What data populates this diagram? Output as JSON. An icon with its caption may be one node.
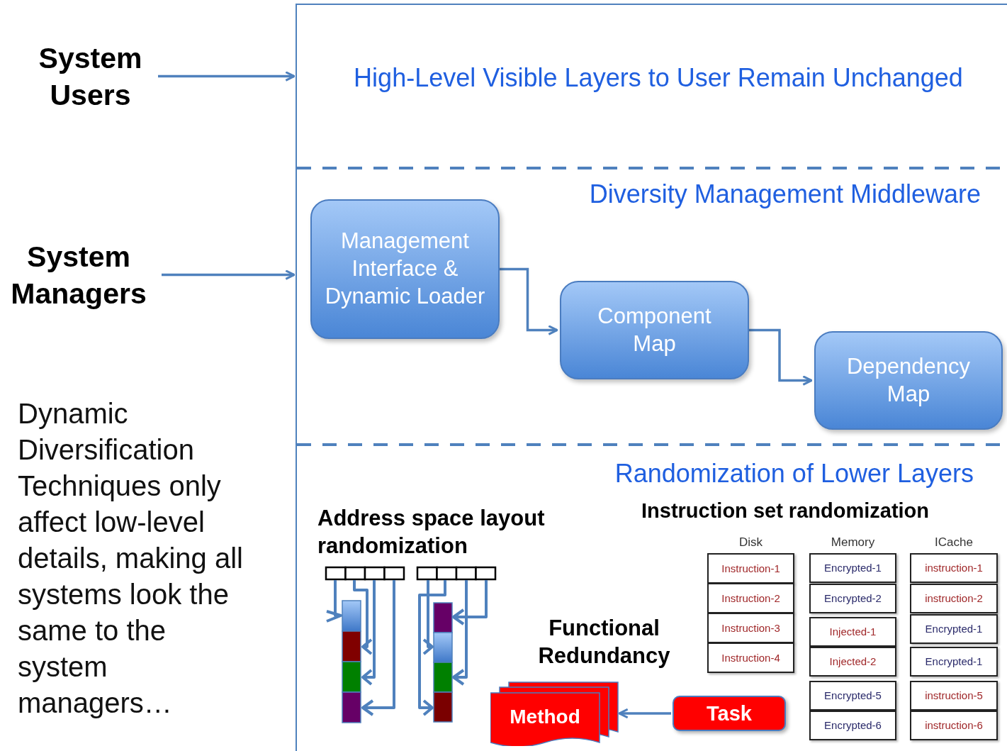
{
  "diagram": {
    "nodes": [
      {
        "text": [
          "System Users"
        ]
      },
      {
        "text": [
          "System Managers"
        ]
      },
      {
        "text": [
          "High-Level Visible Layers to User Remain Unchanged"
        ]
      },
      {
        "text": [
          "Diversity Management Middleware"
        ]
      },
      {
        "text": [
          "Management Interface & Dynamic Loader"
        ],
        "in": 3
      },
      {
        "text": [
          "Component Map"
        ],
        "in": 3
      },
      {
        "text": [
          "Dependency Map"
        ],
        "in": 3
      },
      {
        "text": [
          "Randomization of Lower Layers"
        ]
      },
      {
        "text": [
          "Method"
        ],
        "in": 7
      },
      {
        "text": [
          "Task"
        ],
        "in": 7
      }
    ],
    "edges": [
      {
        "from": 0,
        "to": 2,
        "arrow": "to"
      },
      {
        "from": 1,
        "to": 3,
        "arrow": "to"
      },
      {
        "from": 4,
        "to": 5,
        "arrow": "to"
      },
      {
        "from": 5,
        "to": 6,
        "arrow": "to"
      },
      {
        "from": 9,
        "to": 8,
        "arrow": "to"
      }
    ],
    "labels": [
      "Dynamic Diversification Techniques only affect low-level details, making all systems look the same to the system managers…",
      "Address space layout randomization",
      "Instruction set randomization",
      "Functional Redundancy",
      "Disk",
      "Memory",
      "ICache",
      "Instruction-1",
      "Encrypted-1",
      "instruction-1",
      "Instruction-2",
      "Encrypted-2",
      "instruction-2",
      "Instruction-3",
      "Injected-1",
      "Encrypted-1",
      "Instruction-4",
      "Injected-2",
      "Encrypted-1",
      "Encrypted-5",
      "instruction-5",
      "Encrypted-6",
      "instruction-6"
    ]
  }
}
